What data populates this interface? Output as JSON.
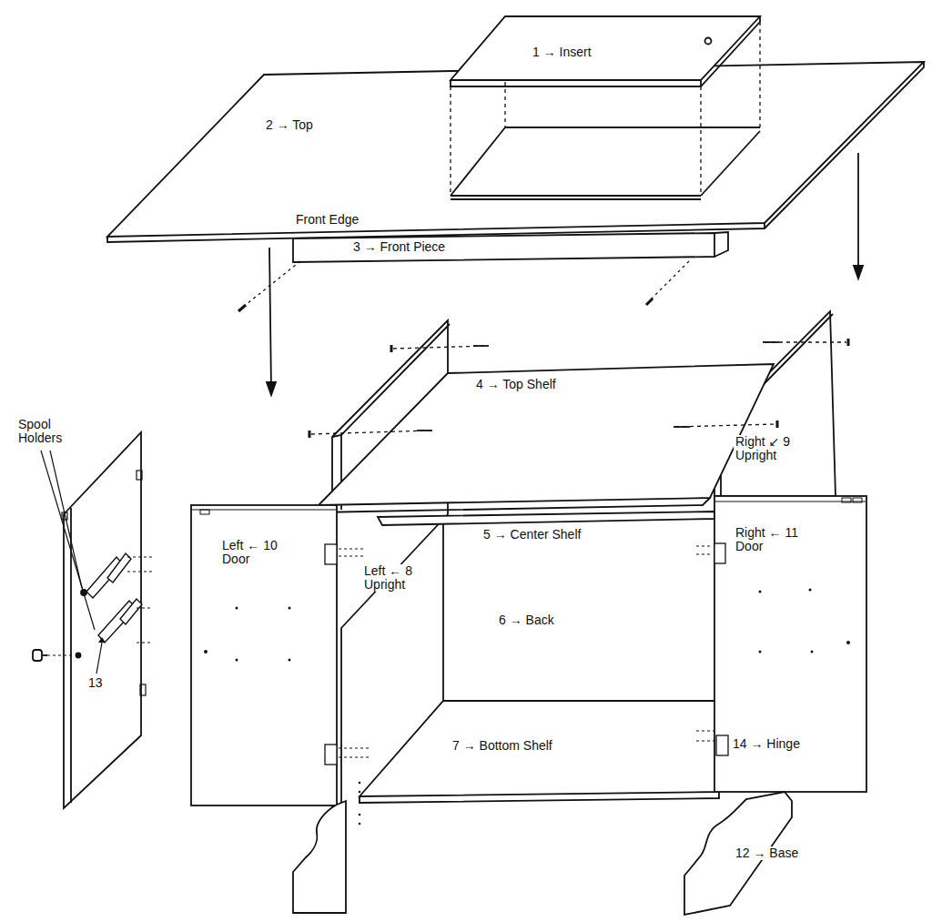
{
  "diagram": {
    "labels": [
      "1 → Insert",
      "2 → Top",
      "Front Edge",
      "3 → Front Piece",
      "4 → Top Shelf",
      "5 → Center Shelf",
      "6 → Back",
      "7 → Bottom Shelf",
      "Left ← 8 Upright",
      "Right ↙ 9 Upright",
      "Left ← 10 Door",
      "Right ← 11 Door",
      "12 → Base",
      "13",
      "14 → Hinge",
      "Spool Holders"
    ]
  }
}
